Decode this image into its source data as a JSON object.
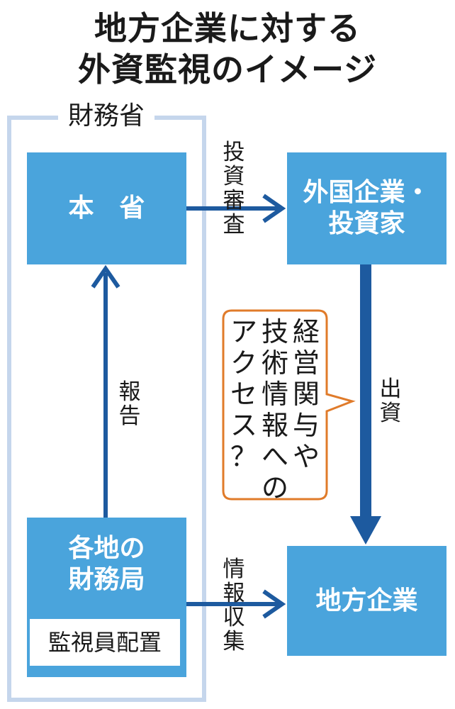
{
  "title": {
    "line1": "地方企業に対する",
    "line2": "外資監視のイメージ"
  },
  "frame": {
    "label": "財務省"
  },
  "boxes": {
    "honsho": "本　省",
    "foreign_line1": "外国企業・",
    "foreign_line2": "投資家",
    "zaimukyoku_line1": "各地の",
    "zaimukyoku_line2": "財務局",
    "monitor": "監視員配置",
    "local": "地方企業"
  },
  "arrows": {
    "investment_review": [
      "投",
      "資",
      "審",
      "査"
    ],
    "report": [
      "報",
      "告"
    ],
    "investment": [
      "出",
      "資"
    ],
    "info_collection": [
      "情",
      "報",
      "収",
      "集"
    ]
  },
  "bubble": {
    "col1": [
      "経",
      "営",
      "関",
      "与",
      "や"
    ],
    "col2": [
      "技",
      "術",
      "情",
      "報",
      "へ",
      "の"
    ],
    "col3": [
      "ア",
      "ク",
      "セ",
      "ス",
      "？"
    ]
  },
  "colors": {
    "box": "#4aa4dc",
    "arrow": "#1d5a9f",
    "frame": "#c5d6ec",
    "bubble_border": "#e07b2a"
  }
}
